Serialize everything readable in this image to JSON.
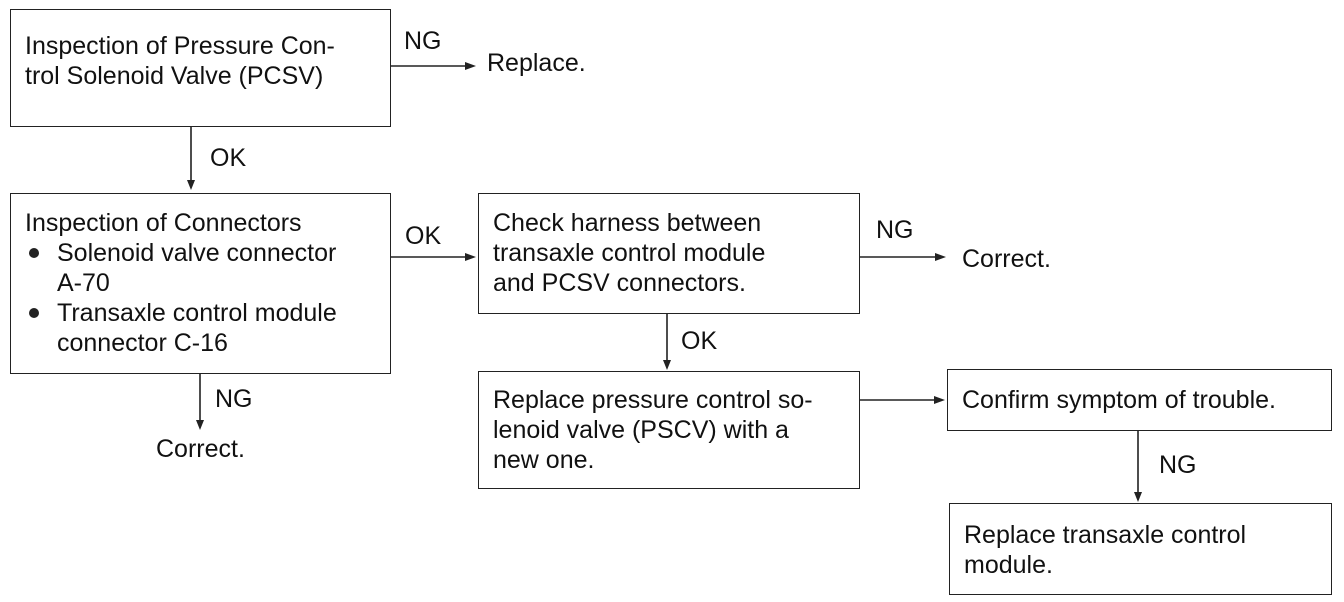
{
  "boxes": {
    "pcsv": {
      "lines": [
        "Inspection of Pressure Con-",
        "trol Solenoid Valve (PCSV)"
      ]
    },
    "connectors": {
      "title": "Inspection of Connectors",
      "bullets": [
        {
          "lines": [
            "Solenoid valve connector",
            "A-70"
          ]
        },
        {
          "lines": [
            "Transaxle control module",
            "connector C-16"
          ]
        }
      ]
    },
    "harness": {
      "lines": [
        "Check harness between",
        "transaxle control module",
        "and PCSV connectors."
      ]
    },
    "replace_pcsv": {
      "lines": [
        "Replace pressure control so-",
        "lenoid valve (PSCV) with a",
        "new one."
      ]
    },
    "confirm": {
      "lines": [
        "Confirm symptom of trouble."
      ]
    },
    "replace_tcm": {
      "lines": [
        "Replace transaxle control",
        "module."
      ]
    }
  },
  "labels": {
    "ng1": "NG",
    "replace": "Replace.",
    "ok1": "OK",
    "ok2": "OK",
    "ng2": "NG",
    "correct1": "Correct.",
    "ng3": "NG",
    "correct2": "Correct.",
    "ok3": "OK",
    "ng4": "NG"
  }
}
